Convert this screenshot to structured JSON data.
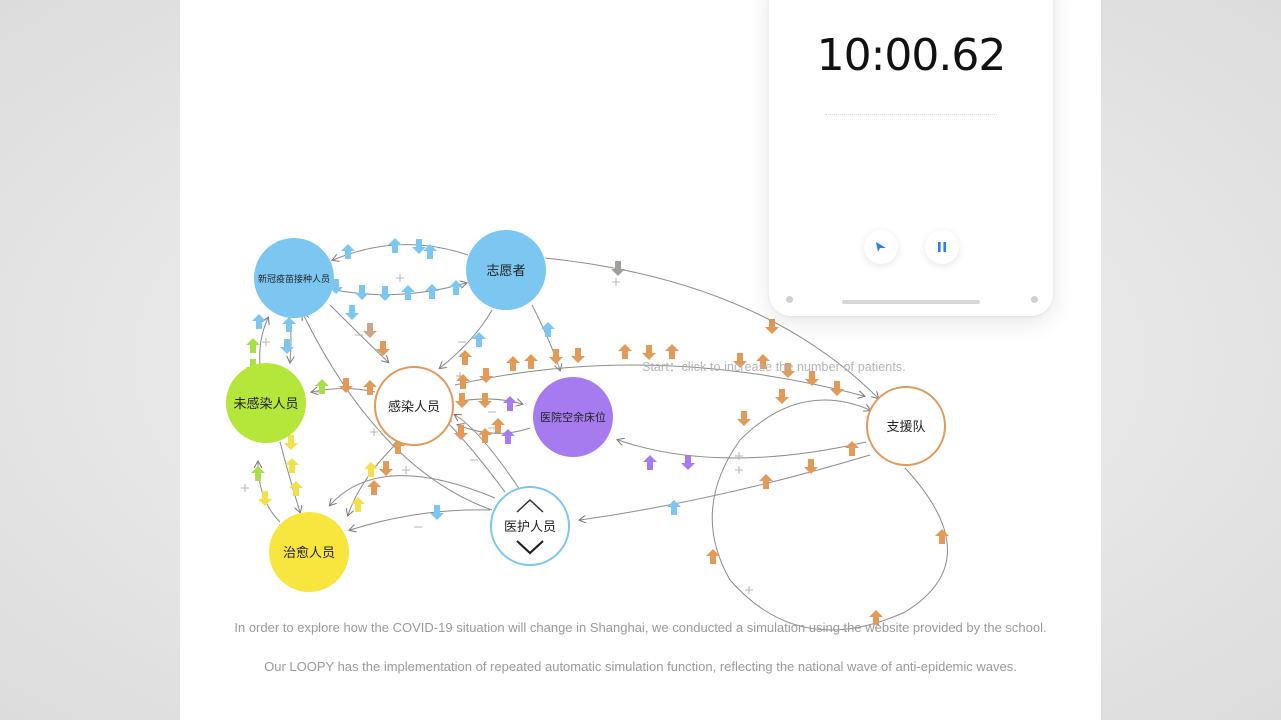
{
  "slide": {
    "hint_text": "Start：click to increase the number of patients.",
    "caption_1": "In order to explore how the COVID-19 situation will change in Shanghai, we conducted a simulation using the website provided by the school.",
    "caption_2": "Our LOOPY has the implementation of repeated automatic simulation function, reflecting the national wave of anti-epidemic waves."
  },
  "diagram": {
    "nodes": {
      "vaccinated": {
        "label": "新冠疫苗接种人员",
        "color": "#7cc6f2"
      },
      "volunteer": {
        "label": "志愿者",
        "color": "#7cc6f2"
      },
      "uninfected": {
        "label": "未感染人员",
        "color": "#b5e63a"
      },
      "infected": {
        "label": "感染人员",
        "color": "#ffffff",
        "stroke": "#e09a5a"
      },
      "hospital_beds": {
        "label": "医院空余床位",
        "color": "#a77bf0"
      },
      "support_team": {
        "label": "支援队",
        "color": "#ffffff",
        "stroke": "#e09a5a"
      },
      "recovered": {
        "label": "治愈人员",
        "color": "#f8e63e"
      },
      "medical_staff": {
        "label": "医护人员",
        "color": "#ffffff",
        "stroke": "#7cc6f2"
      }
    },
    "signal_colors": {
      "blue": "#7cc6f2",
      "orange": "#e39a57",
      "purple": "#a77bf0",
      "yellow": "#f2e24a",
      "green": "#a8e04a",
      "gray": "#a0a09a"
    }
  },
  "timer": {
    "time": "10:00.62",
    "start_icon": "play-triangle-icon",
    "pause_icon": "pause-icon",
    "accent_color": "#2f7fe0"
  }
}
